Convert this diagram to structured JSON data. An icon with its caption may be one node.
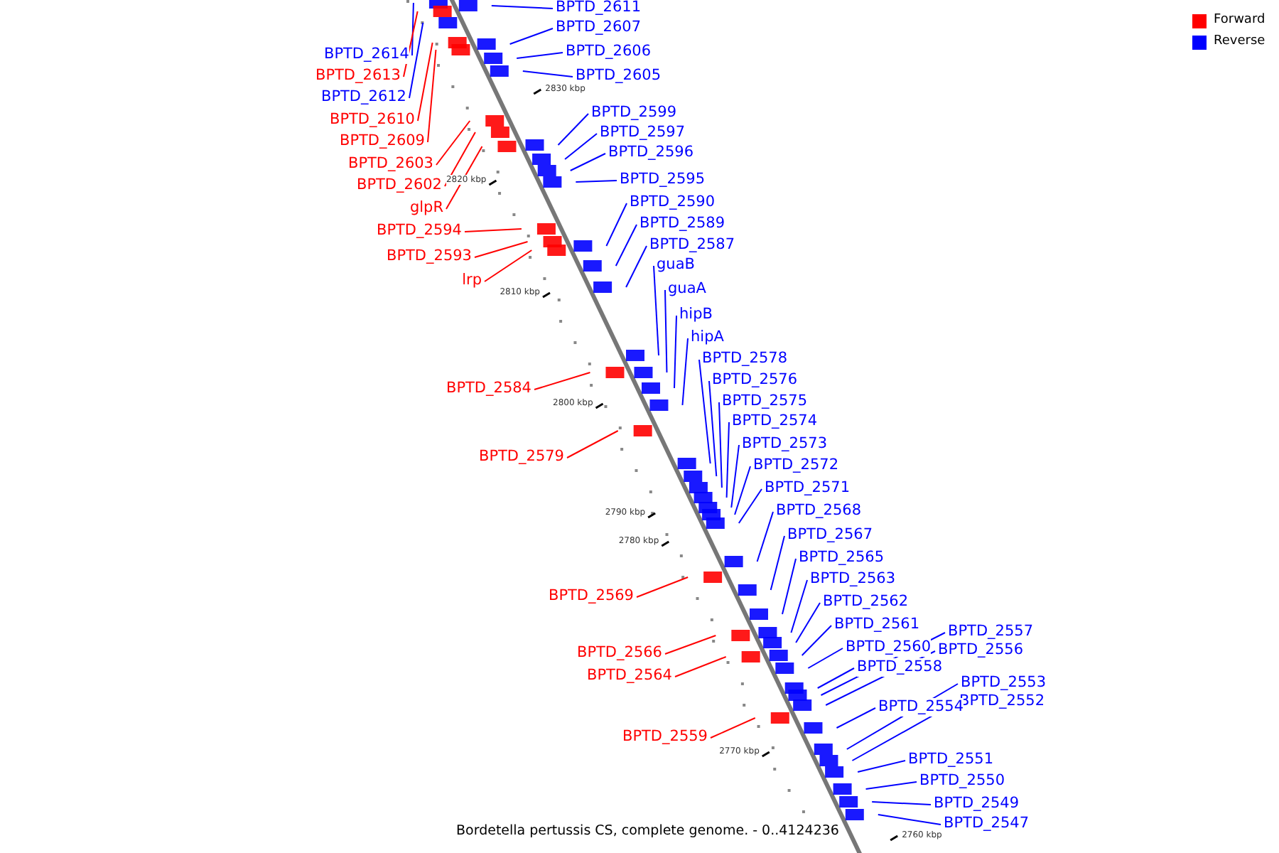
{
  "diagram": {
    "caption": "Bordetella pertussis CS, complete genome. - 0..4124236",
    "nodes": [
      {
        "text": [
          "BPTD_2611"
        ]
      },
      {
        "text": [
          "BPTD_2607"
        ]
      },
      {
        "text": [
          "BPTD_2606"
        ]
      },
      {
        "text": [
          "BPTD_2605"
        ]
      },
      {
        "text": [
          "BPTD_2599"
        ]
      },
      {
        "text": [
          "BPTD_2597"
        ]
      },
      {
        "text": [
          "BPTD_2596"
        ]
      },
      {
        "text": [
          "BPTD_2595"
        ]
      },
      {
        "text": [
          "BPTD_2590"
        ]
      },
      {
        "text": [
          "BPTD_2589"
        ]
      },
      {
        "text": [
          "BPTD_2587"
        ]
      },
      {
        "text": [
          "guaB"
        ]
      },
      {
        "text": [
          "guaA"
        ]
      },
      {
        "text": [
          "hipB"
        ]
      },
      {
        "text": [
          "hipA"
        ]
      },
      {
        "text": [
          "BPTD_2578"
        ]
      },
      {
        "text": [
          "BPTD_2576"
        ]
      },
      {
        "text": [
          "BPTD_2575"
        ]
      },
      {
        "text": [
          "BPTD_2574"
        ]
      },
      {
        "text": [
          "BPTD_2573"
        ]
      },
      {
        "text": [
          "BPTD_2572"
        ]
      },
      {
        "text": [
          "BPTD_2571"
        ]
      },
      {
        "text": [
          "BPTD_2568"
        ]
      },
      {
        "text": [
          "BPTD_2567"
        ]
      },
      {
        "text": [
          "BPTD_2565"
        ]
      },
      {
        "text": [
          "BPTD_2563"
        ]
      },
      {
        "text": [
          "BPTD_2562"
        ]
      },
      {
        "text": [
          "BPTD_2561"
        ]
      },
      {
        "text": [
          "BPTD_2560"
        ]
      },
      {
        "text": [
          "BPTD_2557"
        ]
      },
      {
        "text": [
          "BPTD_2556"
        ]
      },
      {
        "text": [
          "BPTD_2558"
        ]
      },
      {
        "text": [
          "BPTD_2553"
        ]
      },
      {
        "text": [
          "BPTD_2552"
        ]
      },
      {
        "text": [
          "BPTD_2554"
        ]
      },
      {
        "text": [
          "BPTD_2551"
        ]
      },
      {
        "text": [
          "BPTD_2550"
        ]
      },
      {
        "text": [
          "BPTD_2549"
        ]
      },
      {
        "text": [
          "BPTD_2547"
        ]
      },
      {
        "text": [
          "BPTD_2614"
        ]
      },
      {
        "text": [
          "BPTD_2613"
        ]
      },
      {
        "text": [
          "BPTD_2612"
        ]
      },
      {
        "text": [
          "BPTD_2610"
        ]
      },
      {
        "text": [
          "BPTD_2609"
        ]
      },
      {
        "text": [
          "BPTD_2603"
        ]
      },
      {
        "text": [
          "BPTD_2602"
        ]
      },
      {
        "text": [
          "glpR"
        ]
      },
      {
        "text": [
          "BPTD_2594"
        ]
      },
      {
        "text": [
          "BPTD_2593"
        ]
      },
      {
        "text": [
          "lrp"
        ]
      },
      {
        "text": [
          "BPTD_2584"
        ]
      },
      {
        "text": [
          "BPTD_2579"
        ]
      },
      {
        "text": [
          "BPTD_2569"
        ]
      },
      {
        "text": [
          "BPTD_2566"
        ]
      },
      {
        "text": [
          "BPTD_2564"
        ]
      },
      {
        "text": [
          "BPTD_2559"
        ]
      }
    ],
    "edges": [
      {
        "from": 0,
        "to": null,
        "arrow": "none"
      },
      {
        "from": 1,
        "to": null,
        "arrow": "none"
      },
      {
        "from": 2,
        "to": null,
        "arrow": "none"
      },
      {
        "from": 3,
        "to": null,
        "arrow": "none"
      },
      {
        "from": 4,
        "to": null,
        "arrow": "none"
      },
      {
        "from": 5,
        "to": null,
        "arrow": "none"
      },
      {
        "from": 6,
        "to": null,
        "arrow": "none"
      },
      {
        "from": 7,
        "to": null,
        "arrow": "none"
      },
      {
        "from": 8,
        "to": null,
        "arrow": "none"
      },
      {
        "from": 9,
        "to": null,
        "arrow": "none"
      },
      {
        "from": 10,
        "to": null,
        "arrow": "none"
      },
      {
        "from": 11,
        "to": null,
        "arrow": "none"
      },
      {
        "from": 12,
        "to": null,
        "arrow": "none"
      },
      {
        "from": 13,
        "to": null,
        "arrow": "none"
      },
      {
        "from": 14,
        "to": null,
        "arrow": "none"
      },
      {
        "from": 15,
        "to": null,
        "arrow": "none"
      },
      {
        "from": 16,
        "to": null,
        "arrow": "none"
      },
      {
        "from": 17,
        "to": null,
        "arrow": "none"
      },
      {
        "from": 18,
        "to": null,
        "arrow": "none"
      },
      {
        "from": 19,
        "to": null,
        "arrow": "none"
      },
      {
        "from": 20,
        "to": null,
        "arrow": "none"
      },
      {
        "from": 21,
        "to": null,
        "arrow": "none"
      },
      {
        "from": 22,
        "to": null,
        "arrow": "none"
      },
      {
        "from": 23,
        "to": null,
        "arrow": "none"
      },
      {
        "from": 24,
        "to": null,
        "arrow": "none"
      },
      {
        "from": 25,
        "to": null,
        "arrow": "none"
      },
      {
        "from": 26,
        "to": null,
        "arrow": "none"
      },
      {
        "from": 27,
        "to": null,
        "arrow": "none"
      },
      {
        "from": 28,
        "to": null,
        "arrow": "none"
      },
      {
        "from": 29,
        "to": null,
        "arrow": "none"
      },
      {
        "from": 30,
        "to": null,
        "arrow": "none"
      },
      {
        "from": 31,
        "to": null,
        "arrow": "none"
      },
      {
        "from": 32,
        "to": null,
        "arrow": "none"
      },
      {
        "from": 33,
        "to": null,
        "arrow": "none"
      },
      {
        "from": 34,
        "to": null,
        "arrow": "none"
      },
      {
        "from": 35,
        "to": null,
        "arrow": "none"
      },
      {
        "from": 36,
        "to": null,
        "arrow": "none"
      },
      {
        "from": 37,
        "to": null,
        "arrow": "none"
      },
      {
        "from": 38,
        "to": null,
        "arrow": "none"
      },
      {
        "from": 39,
        "to": null,
        "arrow": "none"
      },
      {
        "from": 40,
        "to": null,
        "arrow": "none",
        "color": "#ff0000"
      },
      {
        "from": 41,
        "to": null,
        "arrow": "none"
      },
      {
        "from": 42,
        "to": null,
        "arrow": "none",
        "color": "#ff0000"
      },
      {
        "from": 43,
        "to": null,
        "arrow": "none",
        "color": "#ff0000"
      },
      {
        "from": 44,
        "to": null,
        "arrow": "none",
        "color": "#ff0000"
      },
      {
        "from": 45,
        "to": null,
        "arrow": "none",
        "color": "#ff0000"
      },
      {
        "from": 46,
        "to": null,
        "arrow": "none",
        "color": "#ff0000"
      },
      {
        "from": 47,
        "to": null,
        "arrow": "none",
        "color": "#ff0000"
      },
      {
        "from": 48,
        "to": null,
        "arrow": "none",
        "color": "#ff0000"
      },
      {
        "from": 49,
        "to": null,
        "arrow": "none",
        "color": "#ff0000"
      },
      {
        "from": 50,
        "to": null,
        "arrow": "none",
        "color": "#ff0000"
      },
      {
        "from": 51,
        "to": null,
        "arrow": "none",
        "color": "#ff0000"
      },
      {
        "from": 52,
        "to": null,
        "arrow": "none",
        "color": "#ff0000"
      },
      {
        "from": 53,
        "to": null,
        "arrow": "none",
        "color": "#ff0000"
      },
      {
        "from": 54,
        "to": null,
        "arrow": "none",
        "color": "#ff0000"
      },
      {
        "from": 55,
        "to": null,
        "arrow": "none",
        "color": "#ff0000"
      }
    ],
    "labels": [
      "2830 kbp",
      "2820 kbp",
      "2810 kbp",
      "2800 kbp",
      "2790 kbp",
      "2780 kbp",
      "2770 kbp",
      "2760 kbp"
    ],
    "legend": [
      {
        "text": "Forward",
        "color": "#ff0000"
      },
      {
        "text": "Reverse",
        "color": "#0000ff"
      }
    ]
  }
}
